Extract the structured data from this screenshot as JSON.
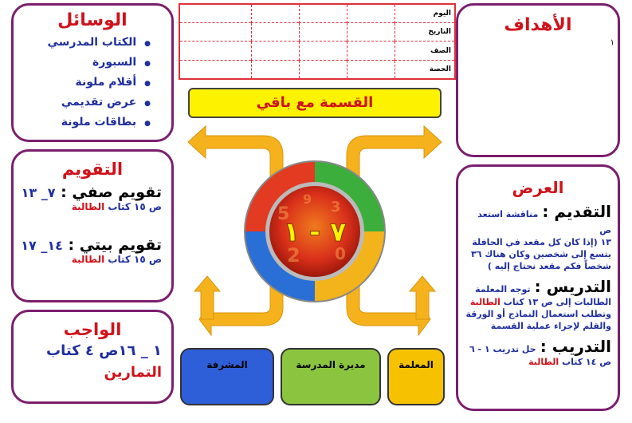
{
  "tools": {
    "title": "الوسائل",
    "items": [
      "الكتاب المدرسي",
      "السبورة",
      "أقلام ملونة",
      "عرض تقديمي",
      "بطاقات ملونة"
    ]
  },
  "evaluation": {
    "title": "التقويم",
    "class_label": "تقويم صفي :",
    "class_nums": "٧_ ١٣",
    "class_page": "ص ١٥ كتاب",
    "student": "الطالبة",
    "home_label": "تقويم بيتي :",
    "home_nums": "١٤_ ١٧",
    "home_page": "ص ١٥ كتاب"
  },
  "homework": {
    "title": "الواجب",
    "line1": "١ _ ١٦ص ٤ كتاب",
    "line2": "التمارين"
  },
  "goals": {
    "title": "الأهداف",
    "mark": "١"
  },
  "presentation": {
    "title": "العرض",
    "intro_head": "التقديم :",
    "intro_text1": "مناقشة استعد ص",
    "intro_text2": "١٣ (إذا كان كل مقعد في الحافلة يتسع إلى شخصين وكان هناك ٣٦ شخصاً فكم مقعد نحتاج إليه )",
    "teach_head": "التدريس :",
    "teach_text0": "توجه المعلمة",
    "teach_text1": "الطالبات إلى ص ١٣ كتاب",
    "teach_text2": "وتطلب استعمال النماذج أو الورقة والقلم لإجراء عملية القسمة",
    "train_head": "التدريب :",
    "train_text0": "حل تدريب ١ - ٦",
    "train_text1": "ص ١٤ كتاب",
    "student": "الطالبة"
  },
  "info_table": {
    "labels": [
      "اليوم",
      "التاريخ",
      "الصف",
      "الحصة"
    ]
  },
  "lesson_title": "القسمة مع باقي",
  "center_text": "٧ - ١",
  "signatures": {
    "teacher": "المعلمة",
    "principal": "مديرة المدرسة",
    "supervisor": "المشرفة"
  },
  "colors": {
    "border": "#7b1f6e",
    "title_red": "#d0121a",
    "text_blue": "#1f2f9e",
    "arrow_orange": "#f5b21c",
    "banner_yellow": "#fdf200",
    "teacher_box": "#f6c200",
    "principal_box": "#8bc53f",
    "supervisor_box": "#2f5fd8"
  }
}
